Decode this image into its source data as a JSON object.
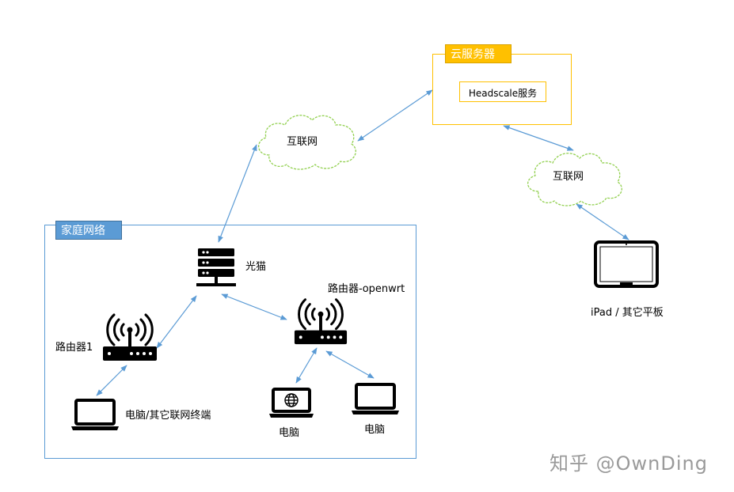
{
  "groups": {
    "cloud_server": {
      "title": "云服务器",
      "tag_color": "#ffc000",
      "border_color": "#ffc000"
    },
    "home_network": {
      "title": "家庭网络",
      "tag_color": "#5b9bd5",
      "border_color": "#5b9bd5"
    }
  },
  "services": {
    "headscale": "Headscale服务"
  },
  "clouds": {
    "internet_left": "互联网",
    "internet_right": "互联网"
  },
  "devices": {
    "modem": {
      "label": "光猫",
      "icon": "server-icon"
    },
    "router1": {
      "label": "路由器1",
      "icon": "wifi-router-icon"
    },
    "router_openwrt": {
      "label": "路由器-openwrt",
      "icon": "wifi-router-icon"
    },
    "laptop_terminal": {
      "label": "电脑/其它联网终端",
      "icon": "laptop-icon"
    },
    "laptop_globe": {
      "label": "电脑",
      "icon": "laptop-globe-icon"
    },
    "laptop_plain": {
      "label": "电脑",
      "icon": "laptop-icon"
    },
    "tablet": {
      "label": "iPad / 其它平板",
      "icon": "tablet-icon"
    }
  },
  "connection_color": "#5b9bd5",
  "watermark": "知乎 @OwnDing"
}
